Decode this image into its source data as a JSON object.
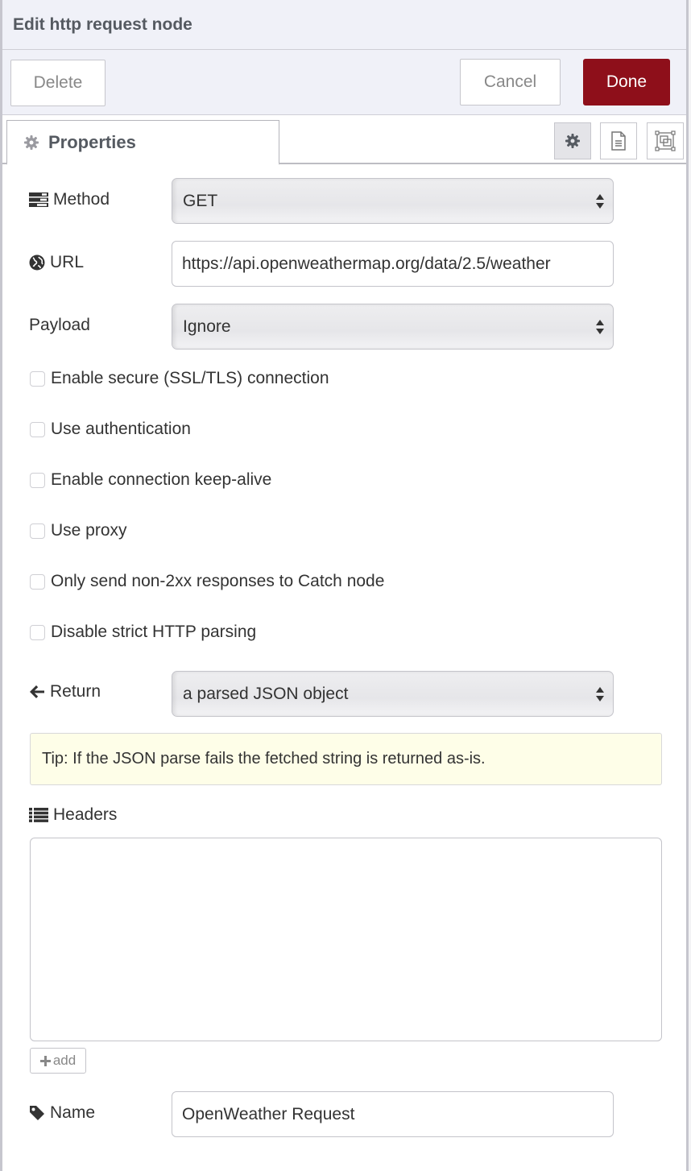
{
  "header": {
    "title": "Edit http request node"
  },
  "toolbar": {
    "delete_label": "Delete",
    "cancel_label": "Cancel",
    "done_label": "Done",
    "done_color": "#8e0f1a"
  },
  "tabs": {
    "properties_label": "Properties",
    "icon_tabs": [
      {
        "icon": "gear-icon",
        "active": true
      },
      {
        "icon": "document-icon",
        "active": false
      },
      {
        "icon": "appearance-icon",
        "active": false
      }
    ]
  },
  "form": {
    "method": {
      "label": "Method",
      "icon": "tasks-icon",
      "value": "GET"
    },
    "url": {
      "label": "URL",
      "icon": "globe-icon",
      "value": "https://api.openweathermap.org/data/2.5/weather"
    },
    "payload": {
      "label": "Payload",
      "value": "Ignore"
    },
    "checkboxes": [
      {
        "label": "Enable secure (SSL/TLS) connection",
        "checked": false
      },
      {
        "label": "Use authentication",
        "checked": false
      },
      {
        "label": "Enable connection keep-alive",
        "checked": false
      },
      {
        "label": "Use proxy",
        "checked": false
      },
      {
        "label": "Only send non-2xx responses to Catch node",
        "checked": false
      },
      {
        "label": "Disable strict HTTP parsing",
        "checked": false
      }
    ],
    "return": {
      "label": "Return",
      "icon": "arrow-left-icon",
      "value": "a parsed JSON object"
    },
    "tip": "Tip: If the JSON parse fails the fetched string is returned as-is.",
    "headers": {
      "label": "Headers",
      "icon": "list-icon",
      "items": [],
      "add_label": "add"
    },
    "name": {
      "label": "Name",
      "icon": "tag-icon",
      "value": "OpenWeather Request"
    }
  }
}
